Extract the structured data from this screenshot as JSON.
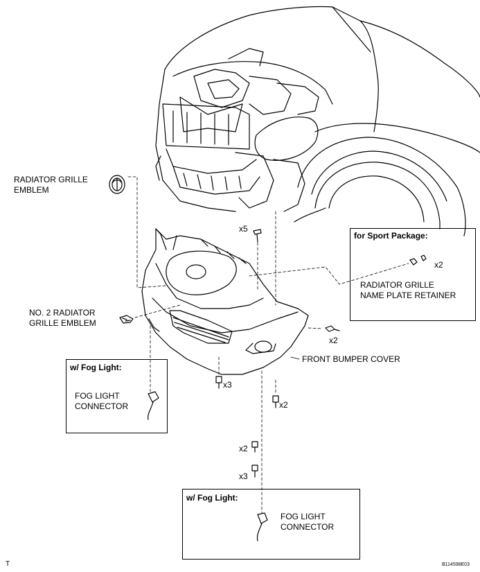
{
  "labels": {
    "radiator_grille_emblem_1": "RADIATOR GRILLE",
    "radiator_grille_emblem_2": "EMBLEM",
    "no2_emblem_1": "NO. 2 RADIATOR",
    "no2_emblem_2": "GRILLE EMBLEM",
    "front_bumper_cover": "FRONT BUMPER COVER",
    "plate_retainer_1": "RADIATOR GRILLE",
    "plate_retainer_2": "NAME PLATE RETAINER"
  },
  "boxes": {
    "sport_title": "for Sport Package:",
    "fog_left_title": "w/ Fog Light:",
    "fog_bottom_title": "w/ Fog Light:",
    "fog_connector_1": "FOG LIGHT",
    "fog_connector_2": "CONNECTOR"
  },
  "quantities": {
    "top_clip": "x5",
    "retainer": "x2",
    "right_screw": "x2",
    "bottom_left": "x3",
    "bottom_mid": "x2",
    "lower_clip_1": "x2",
    "lower_clip_2": "x3"
  },
  "footer": {
    "left_code": "T",
    "figure_id": "B114598E03"
  }
}
